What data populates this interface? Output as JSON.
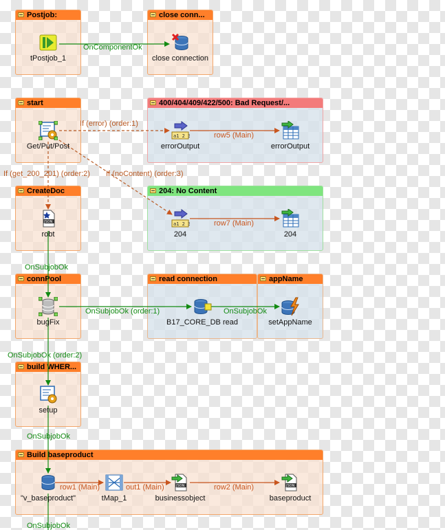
{
  "subjobs": {
    "postjob": "Postjob:",
    "close_conn": "close conn...",
    "start": "start",
    "bad_request": "400/404/409/422/500: Bad Request/...",
    "createdoc": "CreateDoc",
    "no_content": "204: No Content",
    "connpool": "connPool",
    "read_connection": "read connection",
    "appname": "appName",
    "build_where": "build WHER...",
    "build_baseproduct": "Build baseproduct"
  },
  "components": {
    "tpostjob": "tPostjob_1",
    "close_connection": "close connection",
    "getputpost": "Get/Put/Post",
    "erroroutput1": "errorOutput",
    "erroroutput2": "errorOutput",
    "robt": "robt",
    "c204a": "204",
    "c204b": "204",
    "bugfix": "bugFix",
    "b17read": "B17_CORE_DB read",
    "setappname": "setAppName",
    "setup": "setup",
    "v_baseproduct": "\"v_baseproduct\"",
    "tmap": "tMap_1",
    "businessobject": "businessobject",
    "baseproduct": "baseproduct"
  },
  "links": {
    "oncomponentok": "OnComponentOk",
    "if_error": "If (error) (order:1)",
    "row5": "row5 (Main)",
    "if_get": "If (get_200_201) (order:2)",
    "if_nocontent": "If (noContent) (order:3)",
    "row7": "row7 (Main)",
    "onsubjobok1": "OnSubjobOk",
    "onsubjobok_order1": "OnSubjobOk (order:1)",
    "onsubjobok2": "OnSubjobOk",
    "onsubjobok_order2": "OnSubjobOk (order:2)",
    "onsubjobok3": "OnSubjobOk",
    "row1": "row1 (Main)",
    "out1": "out1 (Main)",
    "row2": "row2 (Main)",
    "onsubjobok4": "OnSubjobOk"
  },
  "colors": {
    "subjob_header": "#ff7f2a",
    "error_header": "#f37b7b",
    "ok_header": "#7fe57f",
    "trigger_link": "#138a13",
    "row_link": "#c8561f",
    "if_link": "#b85a24"
  }
}
